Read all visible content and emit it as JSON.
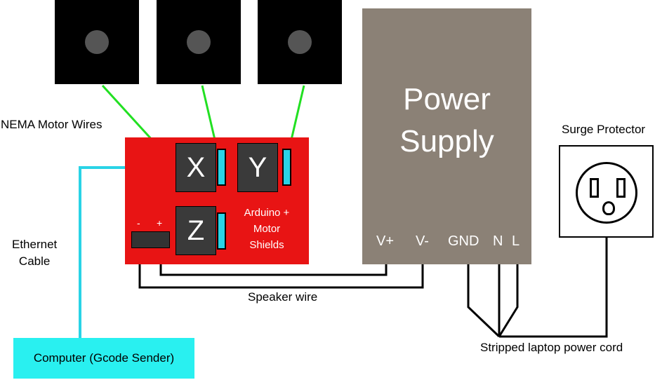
{
  "motors": [
    {
      "id": "motor-left"
    },
    {
      "id": "motor-middle"
    },
    {
      "id": "motor-right"
    }
  ],
  "labels": {
    "nema_wires": "NEMA Motor Wires",
    "ethernet_line1": "Ethernet",
    "ethernet_line2": "Cable",
    "speaker_wire": "Speaker wire",
    "surge_protector": "Surge Protector",
    "laptop_cord": "Stripped laptop power cord"
  },
  "board": {
    "driver_x": "X",
    "driver_y": "Y",
    "driver_z": "Z",
    "text_line1": "Arduino +",
    "text_line2": "Motor",
    "text_line3": "Shields",
    "minus": "-",
    "plus": "+"
  },
  "psu": {
    "title_line1": "Power",
    "title_line2": "Supply",
    "terminals": [
      "V+",
      "V-",
      "GND",
      "N",
      "L"
    ]
  },
  "computer": {
    "label": "Computer (Gcode Sender)"
  },
  "colors": {
    "motor_wire": "#22e022",
    "ethernet": "#29d3e6",
    "board": "#e81414",
    "psu": "#8b8176",
    "computer": "#29f0f0",
    "header": "#29d3e6"
  }
}
